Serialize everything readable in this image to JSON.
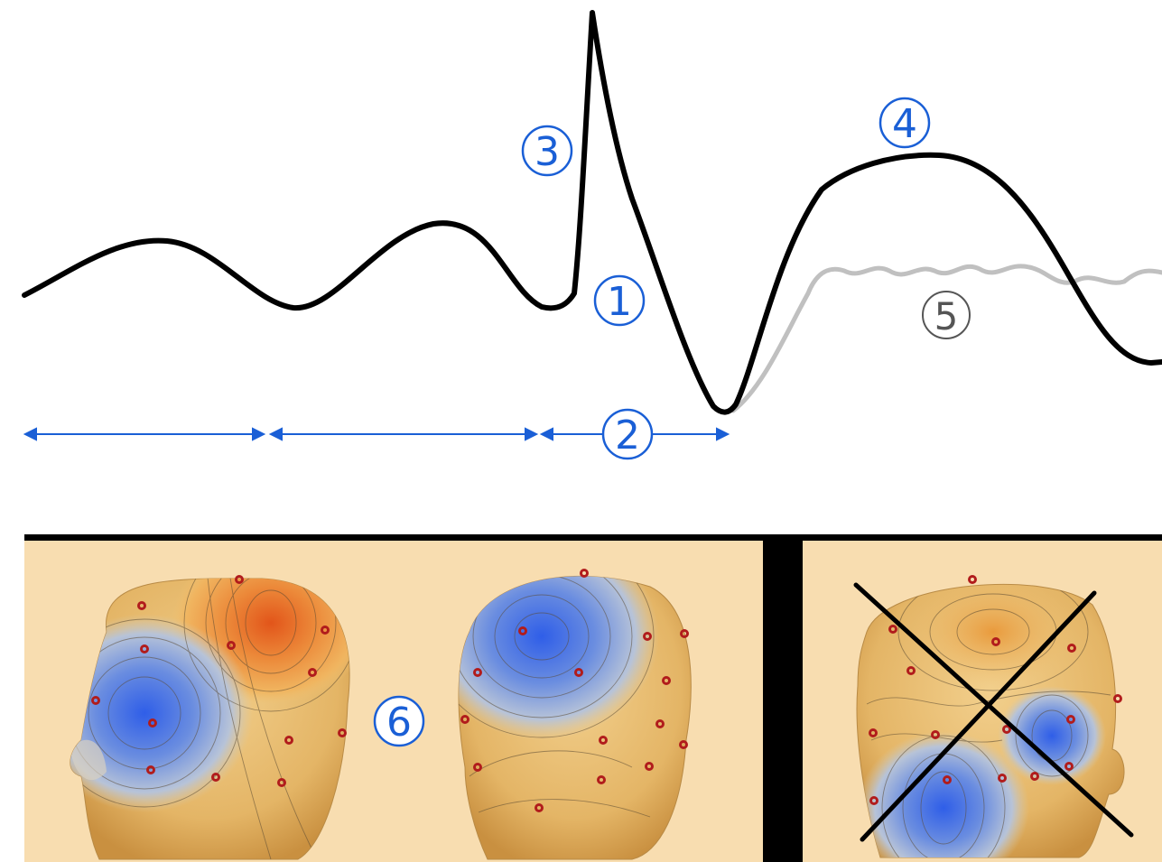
{
  "markers": {
    "m1": "1",
    "m2": "2",
    "m3": "3",
    "m4": "4",
    "m5": "5",
    "m6": "6"
  },
  "colors": {
    "waveform": "#000000",
    "alternate_waveform": "#c0c0c0",
    "annotation_blue": "#1a5fd6",
    "annotation_gray": "#555555",
    "panel_background": "#f8ddb0",
    "electrode": "#b11c1c",
    "divider": "#000000"
  },
  "panels": [
    {
      "id": "head-left-profile",
      "rejected": false
    },
    {
      "id": "head-rear-oblique",
      "rejected": false
    },
    {
      "id": "head-rear",
      "rejected": true
    }
  ],
  "intervals": [
    {
      "id": "interval-a",
      "marked": false
    },
    {
      "id": "interval-b",
      "marked": false
    },
    {
      "id": "interval-c",
      "marked": true,
      "marker": "2"
    }
  ]
}
